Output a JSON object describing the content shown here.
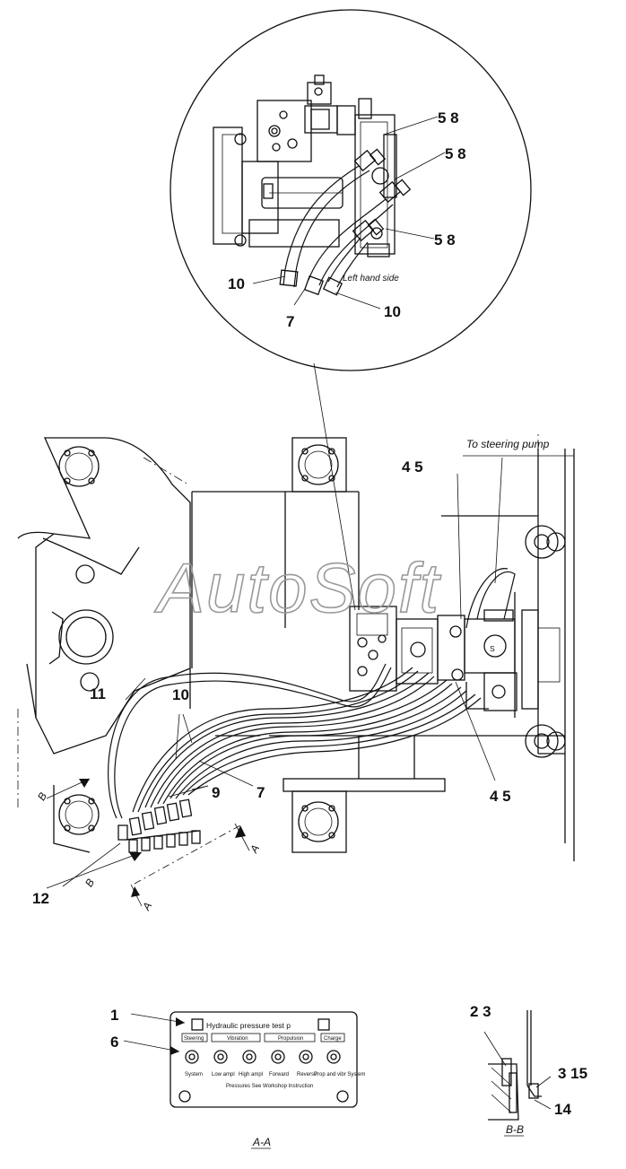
{
  "callouts": {
    "c58a": "5 8",
    "c58b": "5 8",
    "c58c": "5 8",
    "c10a": "10",
    "c7a": "7",
    "c10b": "10",
    "c45a": "4 5",
    "c11": "11",
    "c10c": "10",
    "c9": "9",
    "c7b": "7",
    "c45b": "4 5",
    "c12": "12",
    "c1": "1",
    "c6": "6",
    "c23": "2 3",
    "c315": "3 15",
    "c14": "14"
  },
  "notes": {
    "left_hand_side": "Left hand side",
    "to_steering_pump": "To steering pump"
  },
  "watermark": "AutoSoft",
  "section_marks": {
    "a_top": "A",
    "a_bottom": "A",
    "b_top": "B",
    "b_bottom": "B",
    "view_aa": "A-A",
    "view_bb": "B-B"
  },
  "panel": {
    "title": "Hydraulic pressure test p",
    "groups": [
      "Steering",
      "Vibration",
      "Propulsion",
      "Charge"
    ],
    "ports": [
      "System",
      "Low ampl",
      "High ampl",
      "Forward",
      "Reverse",
      "Prop and vibr System"
    ],
    "footer": "Pressures See Workshop Instruction"
  }
}
